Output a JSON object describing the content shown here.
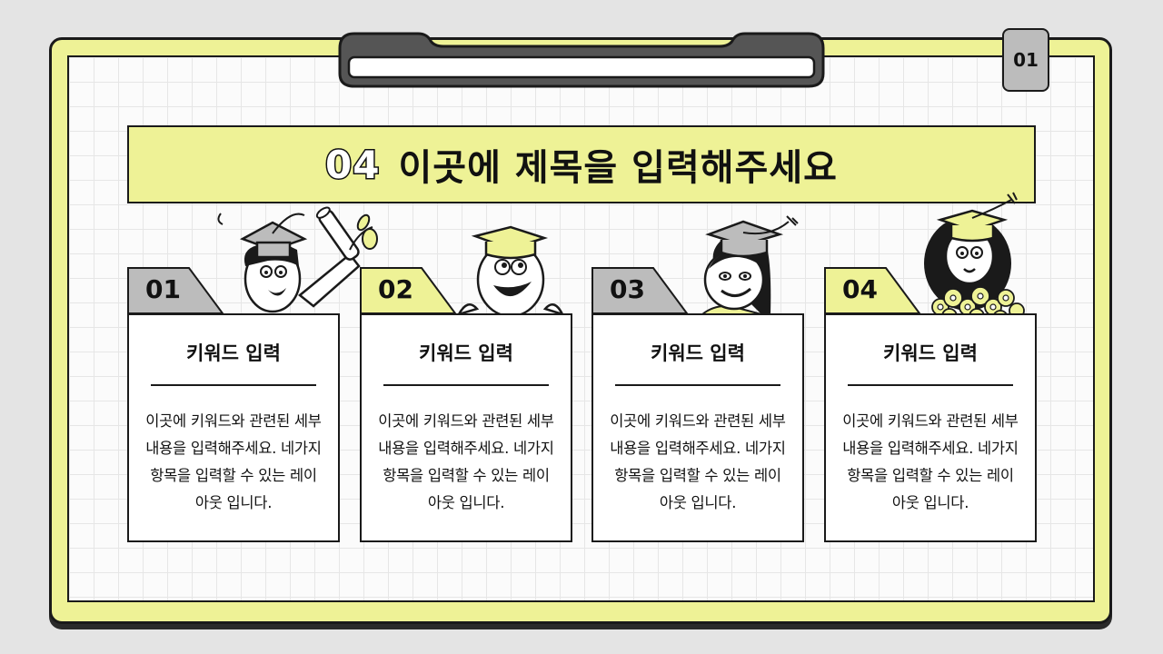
{
  "page_number": "01",
  "title": {
    "number": "04",
    "text": "이곳에 제목을 입력해주세요"
  },
  "colors": {
    "accent": "#eef296",
    "tab_gray": "#bcbcbc",
    "outline": "#1a1a1a"
  },
  "cards": [
    {
      "number": "01",
      "keyword": "키워드 입력",
      "desc": "이곳에 키워드와 관련된 세부내용을 입력해주세요. 네가지 항목을 입력할 수 있는 레이아웃 입니다.",
      "tab_color": "gray",
      "illustration": "graduate-boy-with-diploma"
    },
    {
      "number": "02",
      "keyword": "키워드 입력",
      "desc": "이곳에 키워드와 관련된 세부내용을 입력해주세요. 네가지 항목을 입력할 수 있는 레이아웃 입니다.",
      "tab_color": "yellow",
      "illustration": "graduate-smiling-face"
    },
    {
      "number": "03",
      "keyword": "키워드 입력",
      "desc": "이곳에 키워드와 관련된 세부내용을 입력해주세요. 네가지 항목을 입력할 수 있는 레이아웃 입니다.",
      "tab_color": "gray",
      "illustration": "graduate-girl"
    },
    {
      "number": "04",
      "keyword": "키워드 입력",
      "desc": "이곳에 키워드와 관련된 세부내용을 입력해주세요. 네가지 항목을 입력할 수 있는 레이아웃 입니다.",
      "tab_color": "yellow",
      "illustration": "graduate-girl-with-flowers"
    }
  ]
}
